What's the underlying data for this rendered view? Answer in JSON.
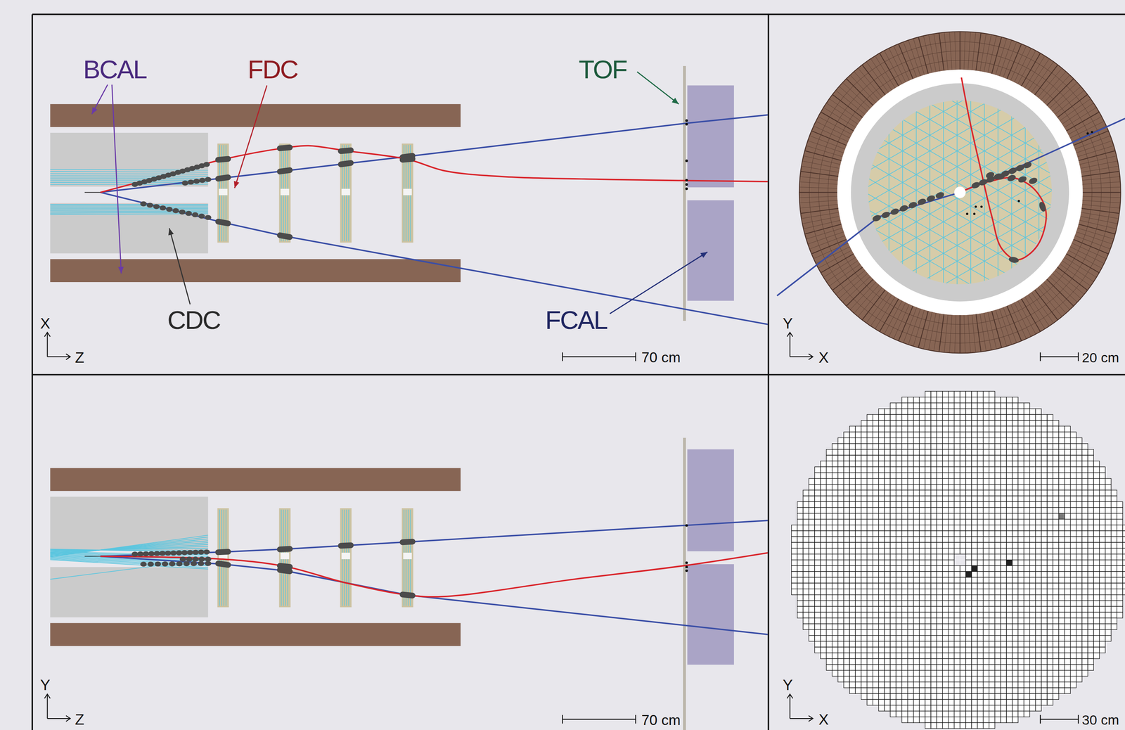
{
  "diagram": {
    "labels": [
      "BCAL",
      "FDC",
      "TOF",
      "CDC",
      "FCAL",
      "70 cm",
      "X",
      "Z",
      "Y",
      "X",
      "20 cm",
      "Y",
      "Z",
      "70 cm",
      "Y",
      "X",
      "30 cm"
    ]
  }
}
